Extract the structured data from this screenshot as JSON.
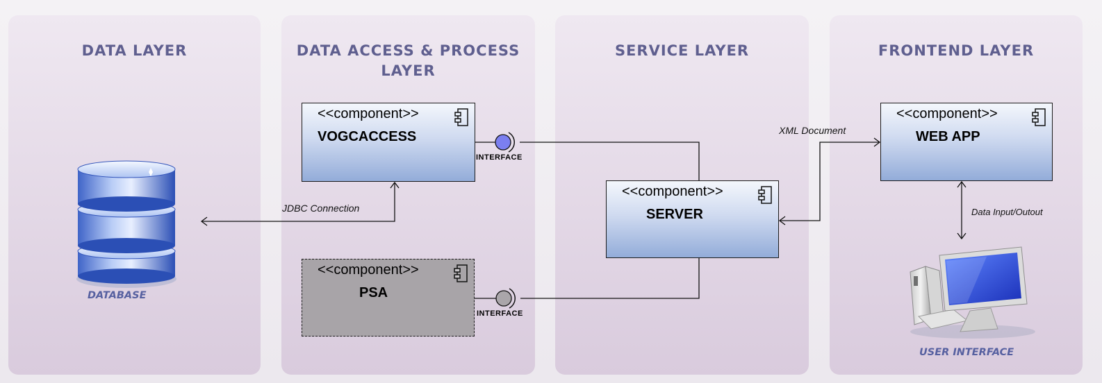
{
  "lanes": [
    {
      "title_line1": "DATA LAYER",
      "title_line2": ""
    },
    {
      "title_line1": "DATA ACCESS & PROCESS",
      "title_line2": "LAYER"
    },
    {
      "title_line1": "SERVICE LAYER",
      "title_line2": ""
    },
    {
      "title_line1": "FRONTEND LAYER",
      "title_line2": ""
    }
  ],
  "components": {
    "vogcaccess": {
      "stereotype": "<<component>>",
      "name": "VOGCACCESS"
    },
    "psa": {
      "stereotype": "<<component>>",
      "name": "PSA"
    },
    "server": {
      "stereotype": "<<component>>",
      "name": "SERVER"
    },
    "webapp": {
      "stereotype": "<<component>>",
      "name": "WEB APP"
    }
  },
  "interfaces": {
    "top": {
      "label": "INTERFACE",
      "color": "#7b7ff0"
    },
    "bottom": {
      "label": "INTERFACE",
      "color": "#aaa6aa"
    }
  },
  "connections": {
    "jdbc": "JDBC Connection",
    "xml": "XML Document",
    "data_io": "Data Input/Outout"
  },
  "captions": {
    "database": "DATABASE",
    "user_interface": "USER INTERFACE"
  },
  "colors": {
    "lane_title": "#5f5f8f",
    "component_fill": "#a9bde3",
    "psa_fill": "#a8a4a8",
    "caption": "#5660a0"
  }
}
